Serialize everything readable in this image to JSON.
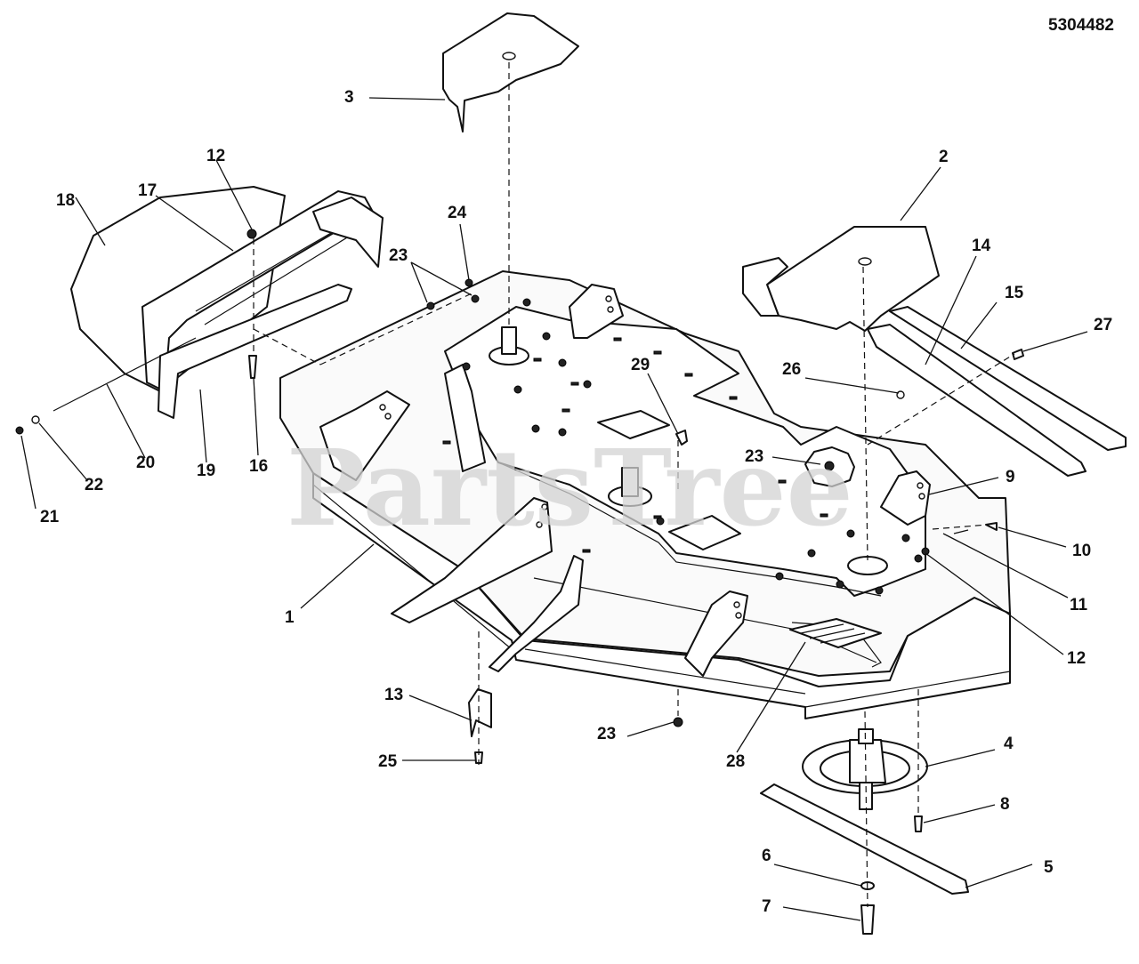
{
  "document_number": "5304482",
  "watermark": "PartsTree",
  "callouts": [
    {
      "id": "c1",
      "text": "1"
    },
    {
      "id": "c2",
      "text": "2"
    },
    {
      "id": "c3",
      "text": "3"
    },
    {
      "id": "c4",
      "text": "4"
    },
    {
      "id": "c5",
      "text": "5"
    },
    {
      "id": "c6",
      "text": "6"
    },
    {
      "id": "c7",
      "text": "7"
    },
    {
      "id": "c8",
      "text": "8"
    },
    {
      "id": "c9",
      "text": "9"
    },
    {
      "id": "c10",
      "text": "10"
    },
    {
      "id": "c11",
      "text": "11"
    },
    {
      "id": "c12a",
      "text": "12"
    },
    {
      "id": "c12b",
      "text": "12"
    },
    {
      "id": "c13",
      "text": "13"
    },
    {
      "id": "c14",
      "text": "14"
    },
    {
      "id": "c15",
      "text": "15"
    },
    {
      "id": "c16",
      "text": "16"
    },
    {
      "id": "c17",
      "text": "17"
    },
    {
      "id": "c18",
      "text": "18"
    },
    {
      "id": "c19",
      "text": "19"
    },
    {
      "id": "c20",
      "text": "20"
    },
    {
      "id": "c21",
      "text": "21"
    },
    {
      "id": "c22",
      "text": "22"
    },
    {
      "id": "c23a",
      "text": "23"
    },
    {
      "id": "c23b",
      "text": "23"
    },
    {
      "id": "c23c",
      "text": "23"
    },
    {
      "id": "c24",
      "text": "24"
    },
    {
      "id": "c25",
      "text": "25"
    },
    {
      "id": "c26",
      "text": "26"
    },
    {
      "id": "c27",
      "text": "27"
    },
    {
      "id": "c28",
      "text": "28"
    },
    {
      "id": "c29",
      "text": "29"
    }
  ]
}
